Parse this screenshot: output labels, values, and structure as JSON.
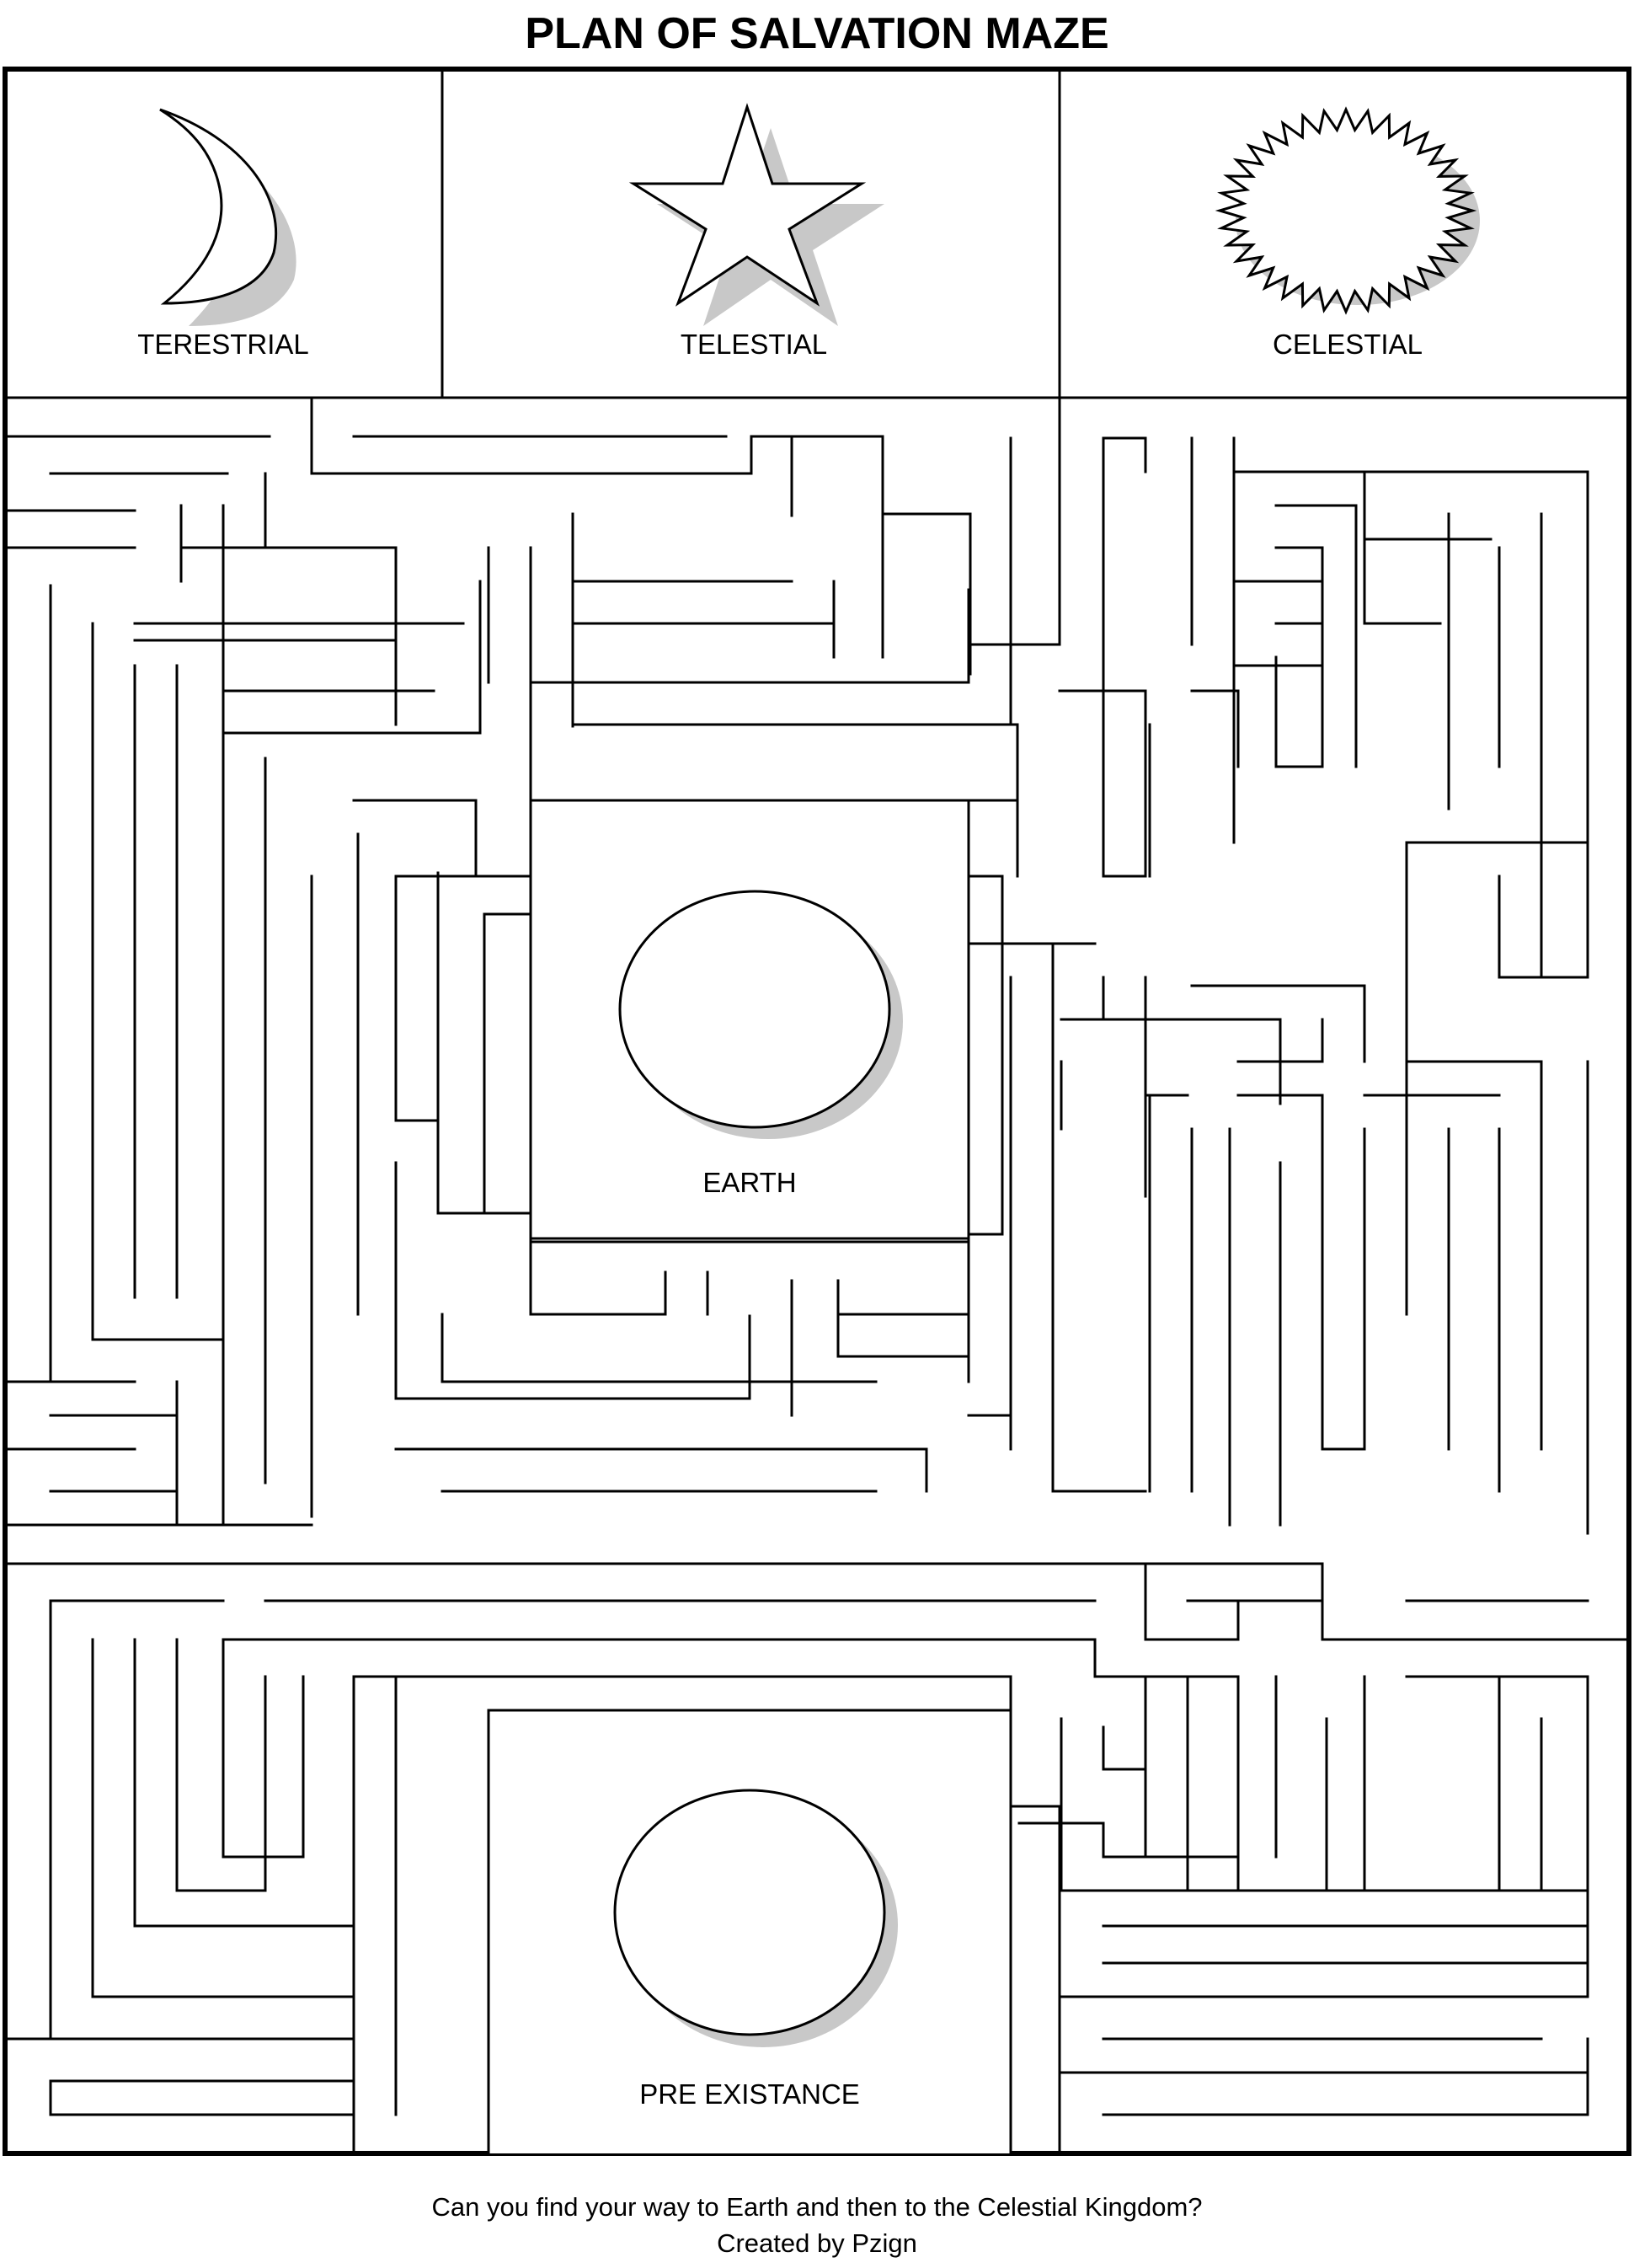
{
  "title": "PLAN OF SALVATION MAZE",
  "kingdoms": [
    {
      "label": "TERESTRIAL",
      "icon": "moon-icon"
    },
    {
      "label": "TELESTIAL",
      "icon": "star-icon"
    },
    {
      "label": "CELESTIAL",
      "icon": "sun-icon"
    }
  ],
  "earth": {
    "label": "EARTH",
    "icon": "earth-circle-icon"
  },
  "pre_existance": {
    "label": "PRE EXISTANCE",
    "icon": "pre-existance-circle-icon"
  },
  "footer": {
    "question": "Can you find your way to Earth and then to the Celestial Kingdom?",
    "credit": "Created by Pzign"
  },
  "colors": {
    "line": "#000000",
    "shadow": "#c8c8c8",
    "background": "#ffffff"
  }
}
